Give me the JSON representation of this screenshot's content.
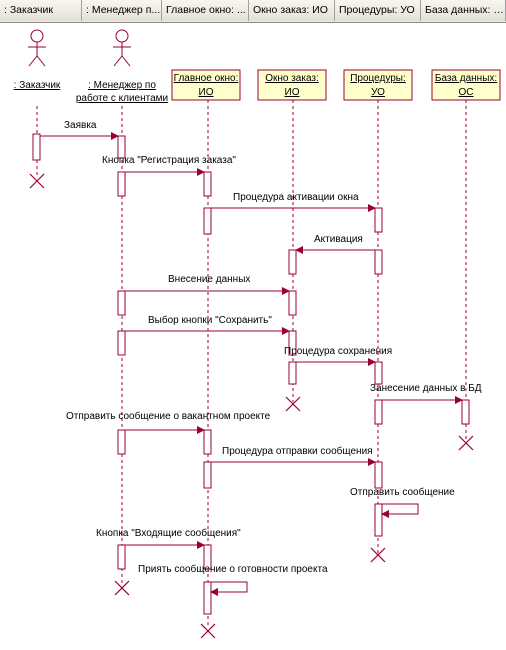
{
  "column_headers": [
    ": Заказчик",
    ": Менеджер п...",
    "Главное окно: ...",
    "Окно заказ: ИО",
    "Процедуры: УО",
    "База данных: ОС"
  ],
  "actors": [
    {
      "line1": ": Заказчик",
      "line2": ""
    },
    {
      "line1": ": Менеджер по",
      "line2": "работе с клиентами"
    }
  ],
  "objects": [
    {
      "line1": "Главное окно:",
      "line2": "ИО"
    },
    {
      "line1": "Окно заказ:",
      "line2": "ИО"
    },
    {
      "line1": "Процедуры:",
      "line2": "УО"
    },
    {
      "line1": "База данных:",
      "line2": "ОС"
    }
  ],
  "messages": [
    "Заявка",
    "Кнопка \"Регистрация заказа\"",
    "Процедура активации окна",
    "Активация",
    "Внесение данных",
    "Выбор кнопки \"Сохранить\"",
    "Процедура сохранения",
    "Занесение данных в БД",
    "Отправить сообщение о вакантном проекте",
    "Процедура отправки сообщения",
    "Отправить сообщение",
    "Кнопка \"Входящие сообщения\"",
    "Приять сообщение о готовности проекта"
  ],
  "colors": {
    "object_fill": "#ffffcc",
    "object_border": "#990033",
    "line": "#990033",
    "activation_fill": "#ffffff"
  }
}
